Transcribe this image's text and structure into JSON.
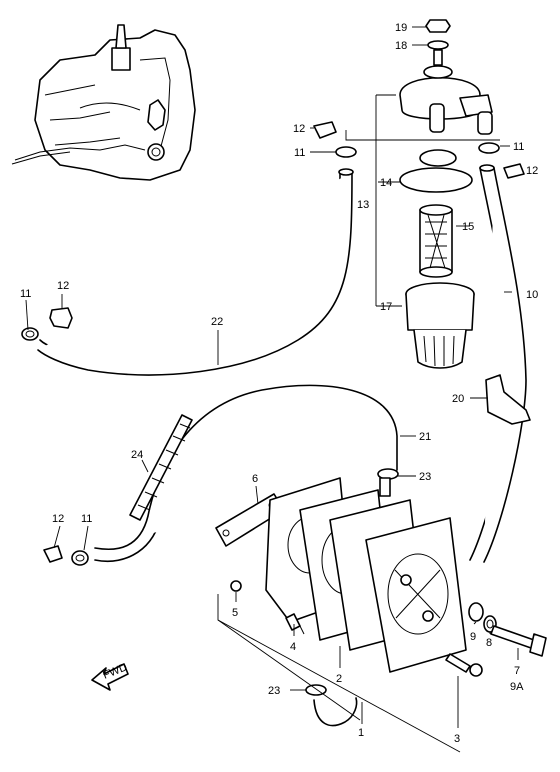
{
  "diagram": {
    "type": "exploded parts diagram",
    "colors": {
      "line": "#000000",
      "background": "#ffffff"
    },
    "labels": {
      "l19": "19",
      "l18": "18",
      "l12a": "12",
      "l11a": "11",
      "l13": "13",
      "l14": "14",
      "l15": "15",
      "l17": "17",
      "l11b": "11",
      "l12b": "12",
      "l10": "10",
      "l11c": "11",
      "l12c": "12",
      "l22": "22",
      "l20": "20",
      "l21": "21",
      "l23a": "23",
      "l24": "24",
      "l6": "6",
      "l12d": "12",
      "l11d": "11",
      "l5": "5",
      "l4": "4",
      "l9": "9",
      "l8": "8",
      "l7": "7",
      "l9a": "9A",
      "l2": "2",
      "l23b": "23",
      "l1": "1",
      "l3": "3",
      "fwd": "FWD"
    }
  }
}
